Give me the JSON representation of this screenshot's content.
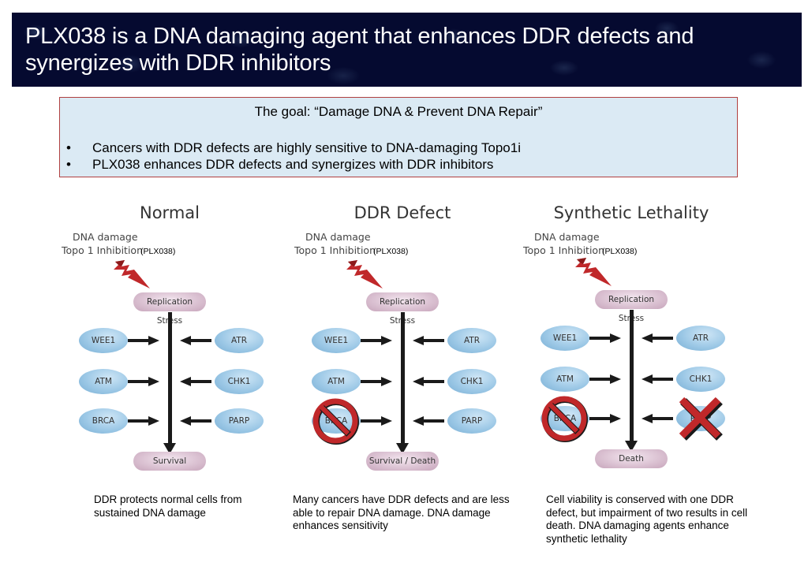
{
  "header": {
    "title": "PLX038 is a DNA damaging agent that enhances DDR defects and synergizes with DDR inhibitors"
  },
  "goal_box": {
    "title": "The goal: “Damage DNA & Prevent DNA Repair”",
    "bullet_char": "•",
    "bullets": [
      "Cancers with DDR defects are highly sensitive to DNA-damaging Topo1i",
      "PLX038 enhances DDR defects and synergizes with DDR inhibitors"
    ]
  },
  "colors": {
    "banner_bg": "#050a30",
    "goal_bg": "#dbeaf4",
    "goal_border": "#b04040",
    "bolt_red": "#c0282a",
    "node_blue": "#9cc8e6",
    "pill_pink": "#d9bfd0",
    "inhibit_red": "#c0282a"
  },
  "panels": [
    {
      "title": "Normal",
      "damage_line1": "DNA damage",
      "damage_line2": "Topo 1 Inhibition",
      "agent": "(PLX038)",
      "top_node": "Replication Stress",
      "left_nodes": [
        "WEE1",
        "ATM",
        "BRCA"
      ],
      "right_nodes": [
        "ATR",
        "CHK1",
        "PARP"
      ],
      "outcome": "Survival",
      "blocked": [],
      "caption": "DDR protects normal cells from sustained DNA damage"
    },
    {
      "title": "DDR Defect",
      "damage_line1": "DNA damage",
      "damage_line2": "Topo 1 Inhibition",
      "agent": "(PLX038)",
      "top_node": "Replication Stress",
      "left_nodes": [
        "WEE1",
        "ATM",
        "BRCA"
      ],
      "right_nodes": [
        "ATR",
        "CHK1",
        "PARP"
      ],
      "outcome": "Survival / Death",
      "blocked": [
        "BRCA"
      ],
      "caption": "Many cancers have DDR defects and are less able to repair DNA damage. DNA damage enhances sensitivity"
    },
    {
      "title": "Synthetic Lethality",
      "damage_line1": "DNA damage",
      "damage_line2": "Topo 1 Inhibition",
      "agent": "(PLX038)",
      "top_node": "Replication Stress",
      "left_nodes": [
        "WEE1",
        "ATM",
        "BRCA"
      ],
      "right_nodes": [
        "ATR",
        "CHK1",
        "PARP"
      ],
      "outcome": "Death",
      "blocked": [
        "BRCA",
        "PARP"
      ],
      "caption": "Cell viability is conserved with one DDR defect, but impairment of two results in cell death. DNA damaging agents enhance synthetic lethality"
    }
  ]
}
